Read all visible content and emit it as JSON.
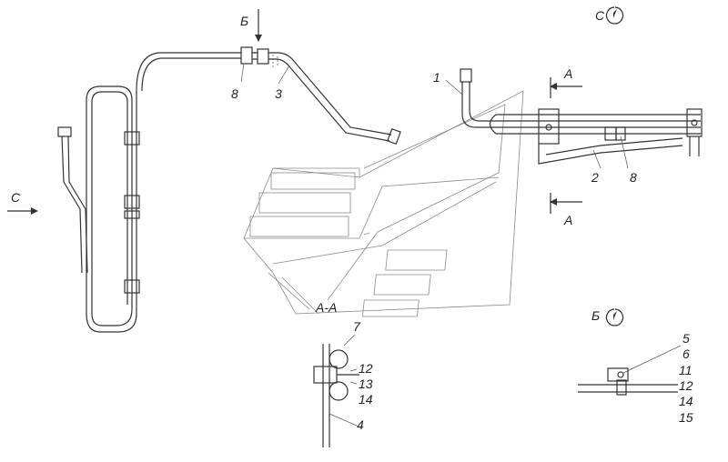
{
  "labels": {
    "view_b_top": "Б",
    "part_8_top": "8",
    "part_3": "3",
    "part_1": "1",
    "section_a_top": "А",
    "section_a_bottom": "А",
    "part_2": "2",
    "part_8_right": "8",
    "view_c_title": "С",
    "view_c_arrow": "С",
    "section_title": "А-А",
    "part_7": "7",
    "part_12": "12",
    "part_13": "13",
    "part_14": "14",
    "part_4": "4",
    "view_b_title": "Б",
    "callout_b": [
      "5",
      "6",
      "11",
      "12",
      "14",
      "15"
    ]
  }
}
